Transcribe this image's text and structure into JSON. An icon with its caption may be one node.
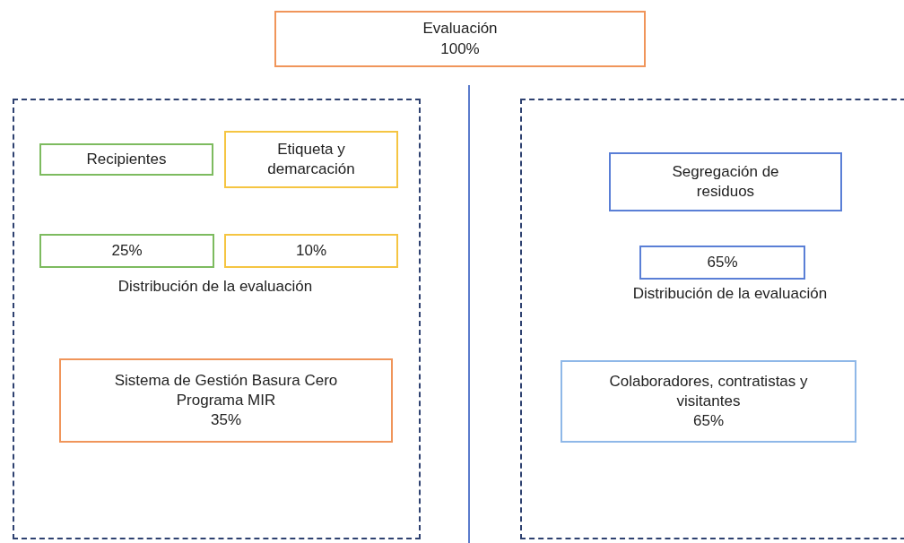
{
  "diagram": {
    "nodes": [
      {
        "text": [
          "Evaluación",
          "100%"
        ]
      },
      {
        "text": [],
        "shape": "box"
      },
      {
        "text": [
          "Recipientes"
        ],
        "in": 1
      },
      {
        "text": [
          "Etiqueta y demarcación"
        ],
        "in": 1
      },
      {
        "text": [
          "25%"
        ],
        "in": 1
      },
      {
        "text": [
          "10%"
        ],
        "in": 1
      },
      {
        "text": [
          "Sistema de Gestión Basura Cero Programa MIR",
          "35%"
        ],
        "in": 1
      },
      {
        "text": [],
        "shape": "box"
      },
      {
        "text": [
          "Segregación de residuos"
        ],
        "in": 7
      },
      {
        "text": [
          "65%"
        ],
        "in": 7
      },
      {
        "text": [
          "Colaboradores, contratistas y visitantes",
          "65%"
        ],
        "in": 7
      }
    ],
    "labels": [
      "Distribución de la evaluación",
      "Distribución de la evaluación"
    ]
  }
}
